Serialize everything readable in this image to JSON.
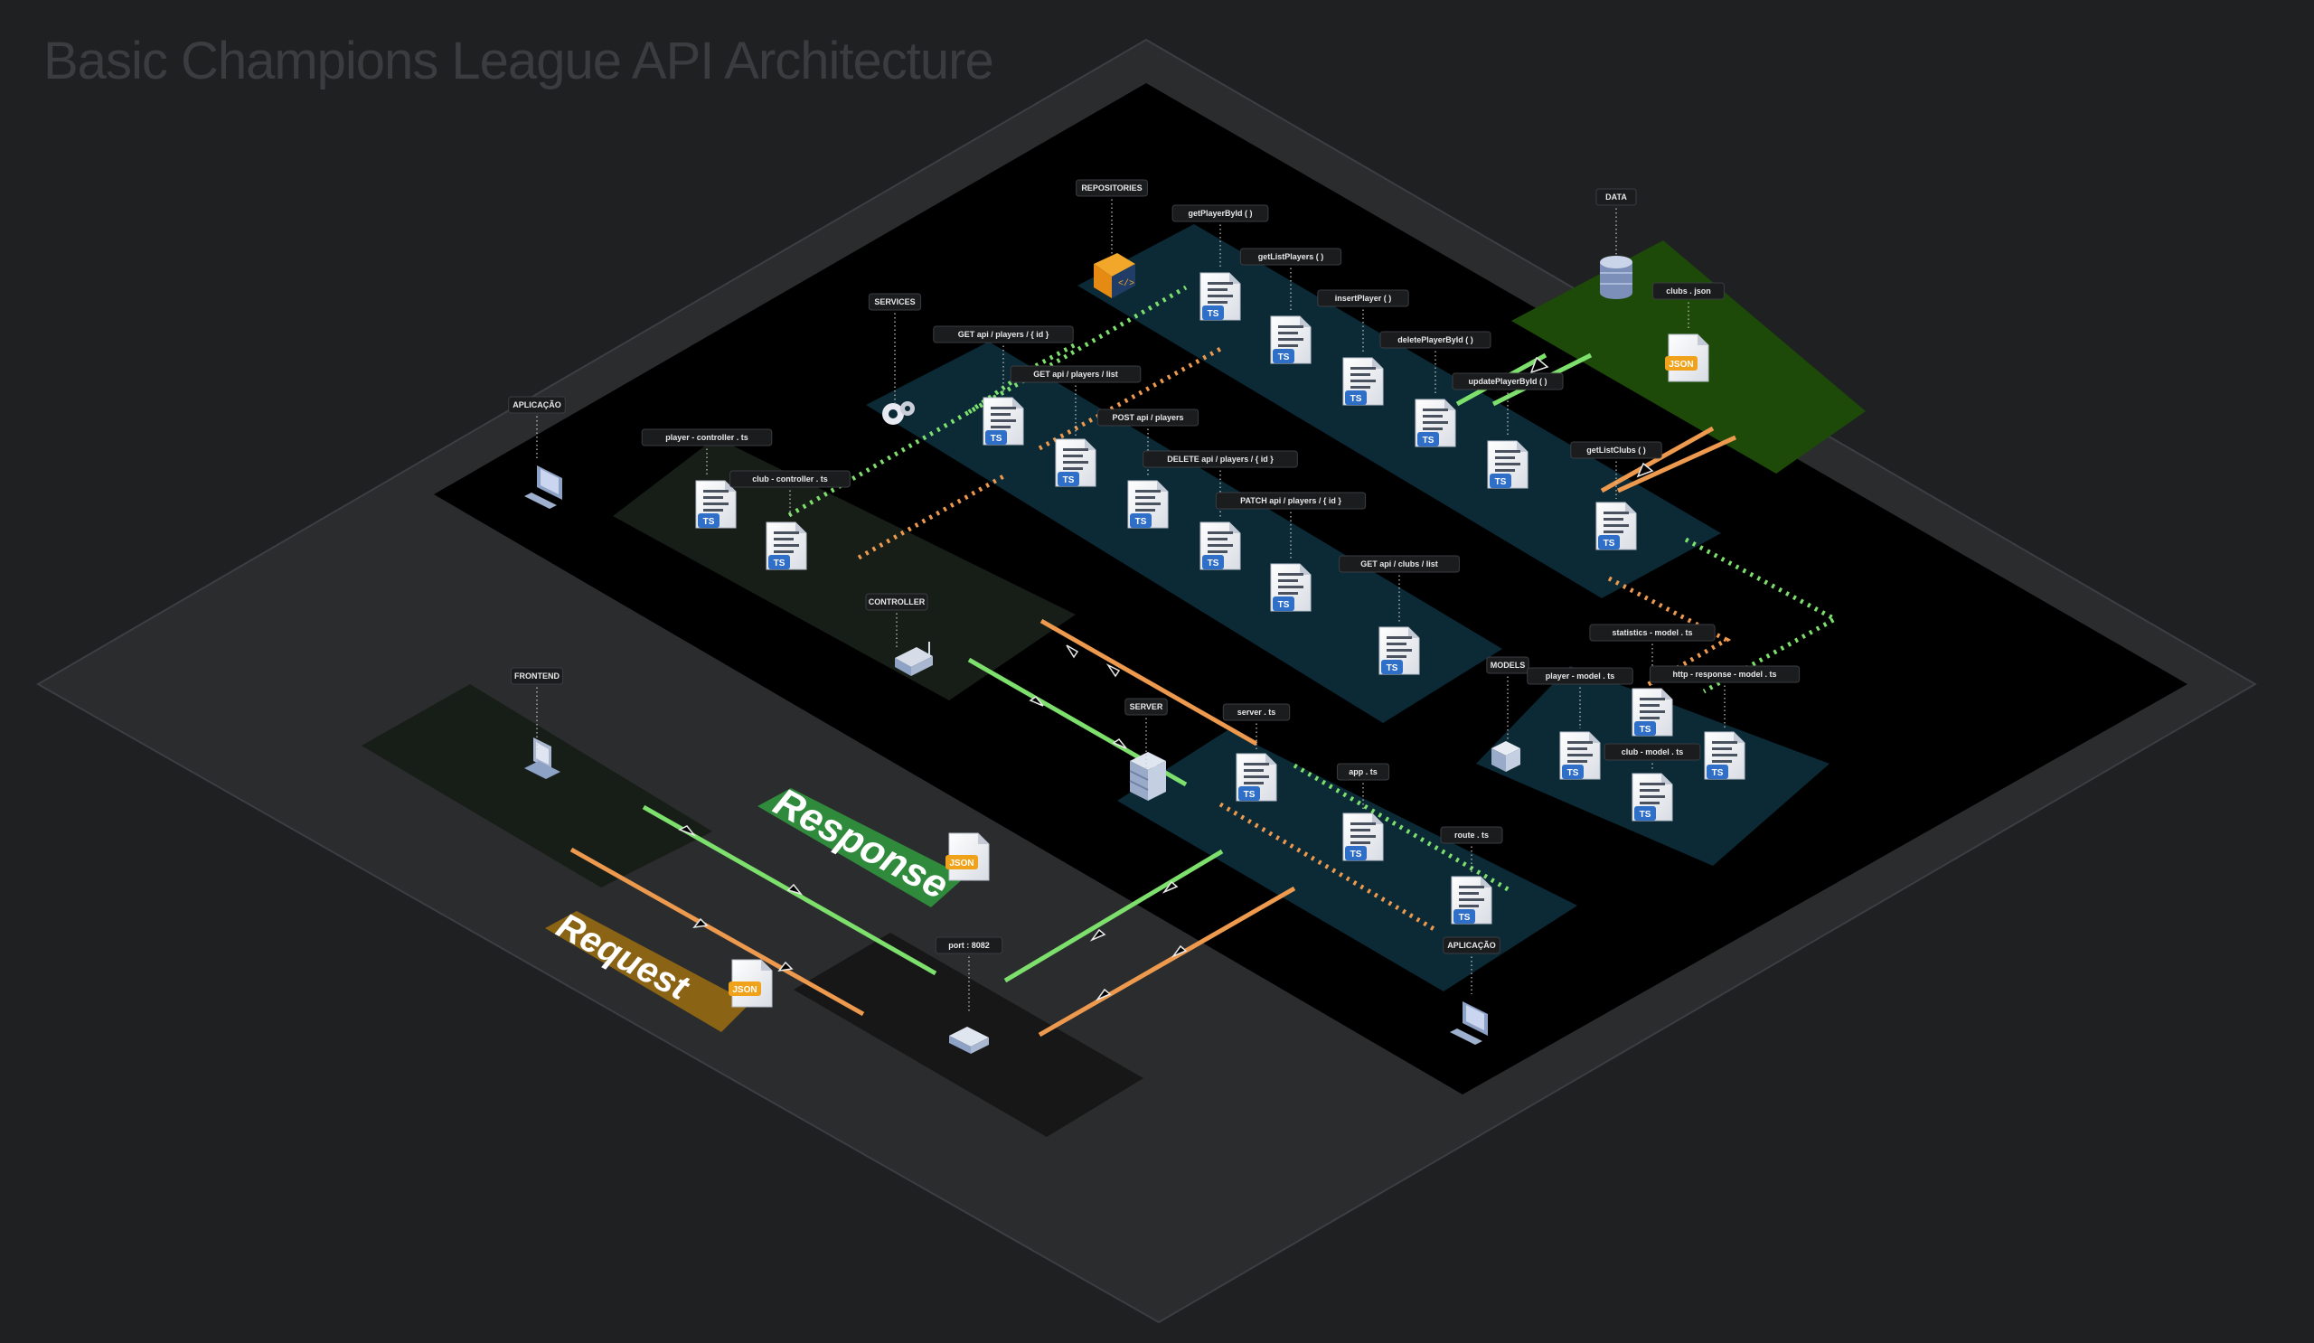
{
  "title": "Basic Champions League API Architecture",
  "zones": [
    {
      "label": "APLICAÇÃO"
    },
    {
      "label": "SERVICES"
    },
    {
      "label": "REPOSITORIES"
    },
    {
      "label": "DATA"
    },
    {
      "label": "CONTROLLER"
    },
    {
      "label": "FRONTEND"
    },
    {
      "label": "SERVER"
    },
    {
      "label": "MODELS"
    },
    {
      "label": "APLICAÇÃO"
    }
  ],
  "controller_files": [
    {
      "label": "player - controller . ts",
      "badge": "TS"
    },
    {
      "label": "club - controller . ts",
      "badge": "TS"
    }
  ],
  "service_files": [
    {
      "label": "GET api / players / { id }",
      "badge": "TS"
    },
    {
      "label": "GET api / players / list",
      "badge": "TS"
    },
    {
      "label": "POST api / players",
      "badge": "TS"
    },
    {
      "label": "DELETE api / players / { id }",
      "badge": "TS"
    },
    {
      "label": "PATCH api / players / { id }",
      "badge": "TS"
    },
    {
      "label": "GET api / clubs / list",
      "badge": "TS"
    }
  ],
  "repository_files": [
    {
      "label": "getPlayerById ( )",
      "badge": "TS"
    },
    {
      "label": "getListPlayers ( )",
      "badge": "TS"
    },
    {
      "label": "insertPlayer ( )",
      "badge": "TS"
    },
    {
      "label": "deletePlayerById ( )",
      "badge": "TS"
    },
    {
      "label": "updatePlayerById ( )",
      "badge": "TS"
    },
    {
      "label": "getListClubs ( )",
      "badge": "TS"
    }
  ],
  "data_files": [
    {
      "label": "clubs . json",
      "badge": "JSON"
    }
  ],
  "server_files": [
    {
      "label": "server . ts",
      "badge": "TS"
    },
    {
      "label": "app . ts",
      "badge": "TS"
    },
    {
      "label": "route . ts",
      "badge": "TS"
    }
  ],
  "model_files": [
    {
      "label": "statistics - model . ts",
      "badge": "TS"
    },
    {
      "label": "player - model . ts",
      "badge": "TS"
    },
    {
      "label": "http - response - model . ts",
      "badge": "TS"
    },
    {
      "label": "club - model . ts",
      "badge": "TS"
    }
  ],
  "port_label": "port : 8082",
  "response_banner": {
    "text": "Response",
    "badge": "JSON",
    "color": "#2f8a3c"
  },
  "request_banner": {
    "text": "Request",
    "badge": "JSON",
    "color": "#8a6414"
  },
  "colors": {
    "background": "#1f2022",
    "outer_plate": "#2b2c2e",
    "inner_plate": "#000000",
    "teal_platform": "#0b2a36",
    "green_platform": "#1d4a08",
    "dark_green_platform": "#171d17",
    "response_line": "#7ee06c",
    "request_line": "#ee9a4e",
    "ts_badge": "#2f6fc7",
    "json_badge": "#f0a21a"
  }
}
